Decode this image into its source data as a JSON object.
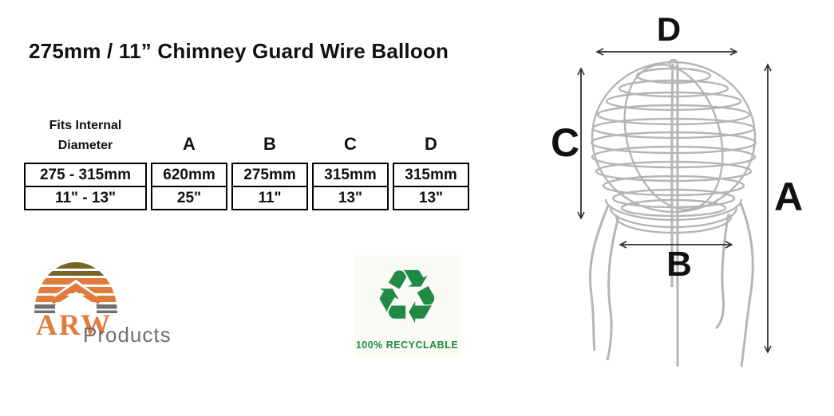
{
  "title": "275mm / 11” Chimney Guard Wire Balloon",
  "spec_table": {
    "fits_header": [
      "Fits Internal",
      "Diameter"
    ],
    "dim_headers": [
      "A",
      "B",
      "C",
      "D"
    ],
    "rows": [
      {
        "fits": "275 - 315mm",
        "a": "620mm",
        "b": "275mm",
        "c": "315mm",
        "d": "315mm"
      },
      {
        "fits": "11\" - 13\"",
        "a": "25\"",
        "b": "11\"",
        "c": "13\"",
        "d": "13\""
      }
    ]
  },
  "branding": {
    "name": "ARW",
    "suffix": "Products",
    "colors": {
      "orange": "#E07C3C",
      "olive": "#776324",
      "gray": "#6E6F72"
    }
  },
  "recycle": {
    "symbol": "♻",
    "label": "100% RECYCLABLE",
    "color": "#1F8A44"
  },
  "diagram": {
    "label_a": "A",
    "label_b": "B",
    "label_c": "C",
    "label_d": "D",
    "wire_color": "#B2B2B2",
    "arrow_color": "#2F2F2F"
  }
}
